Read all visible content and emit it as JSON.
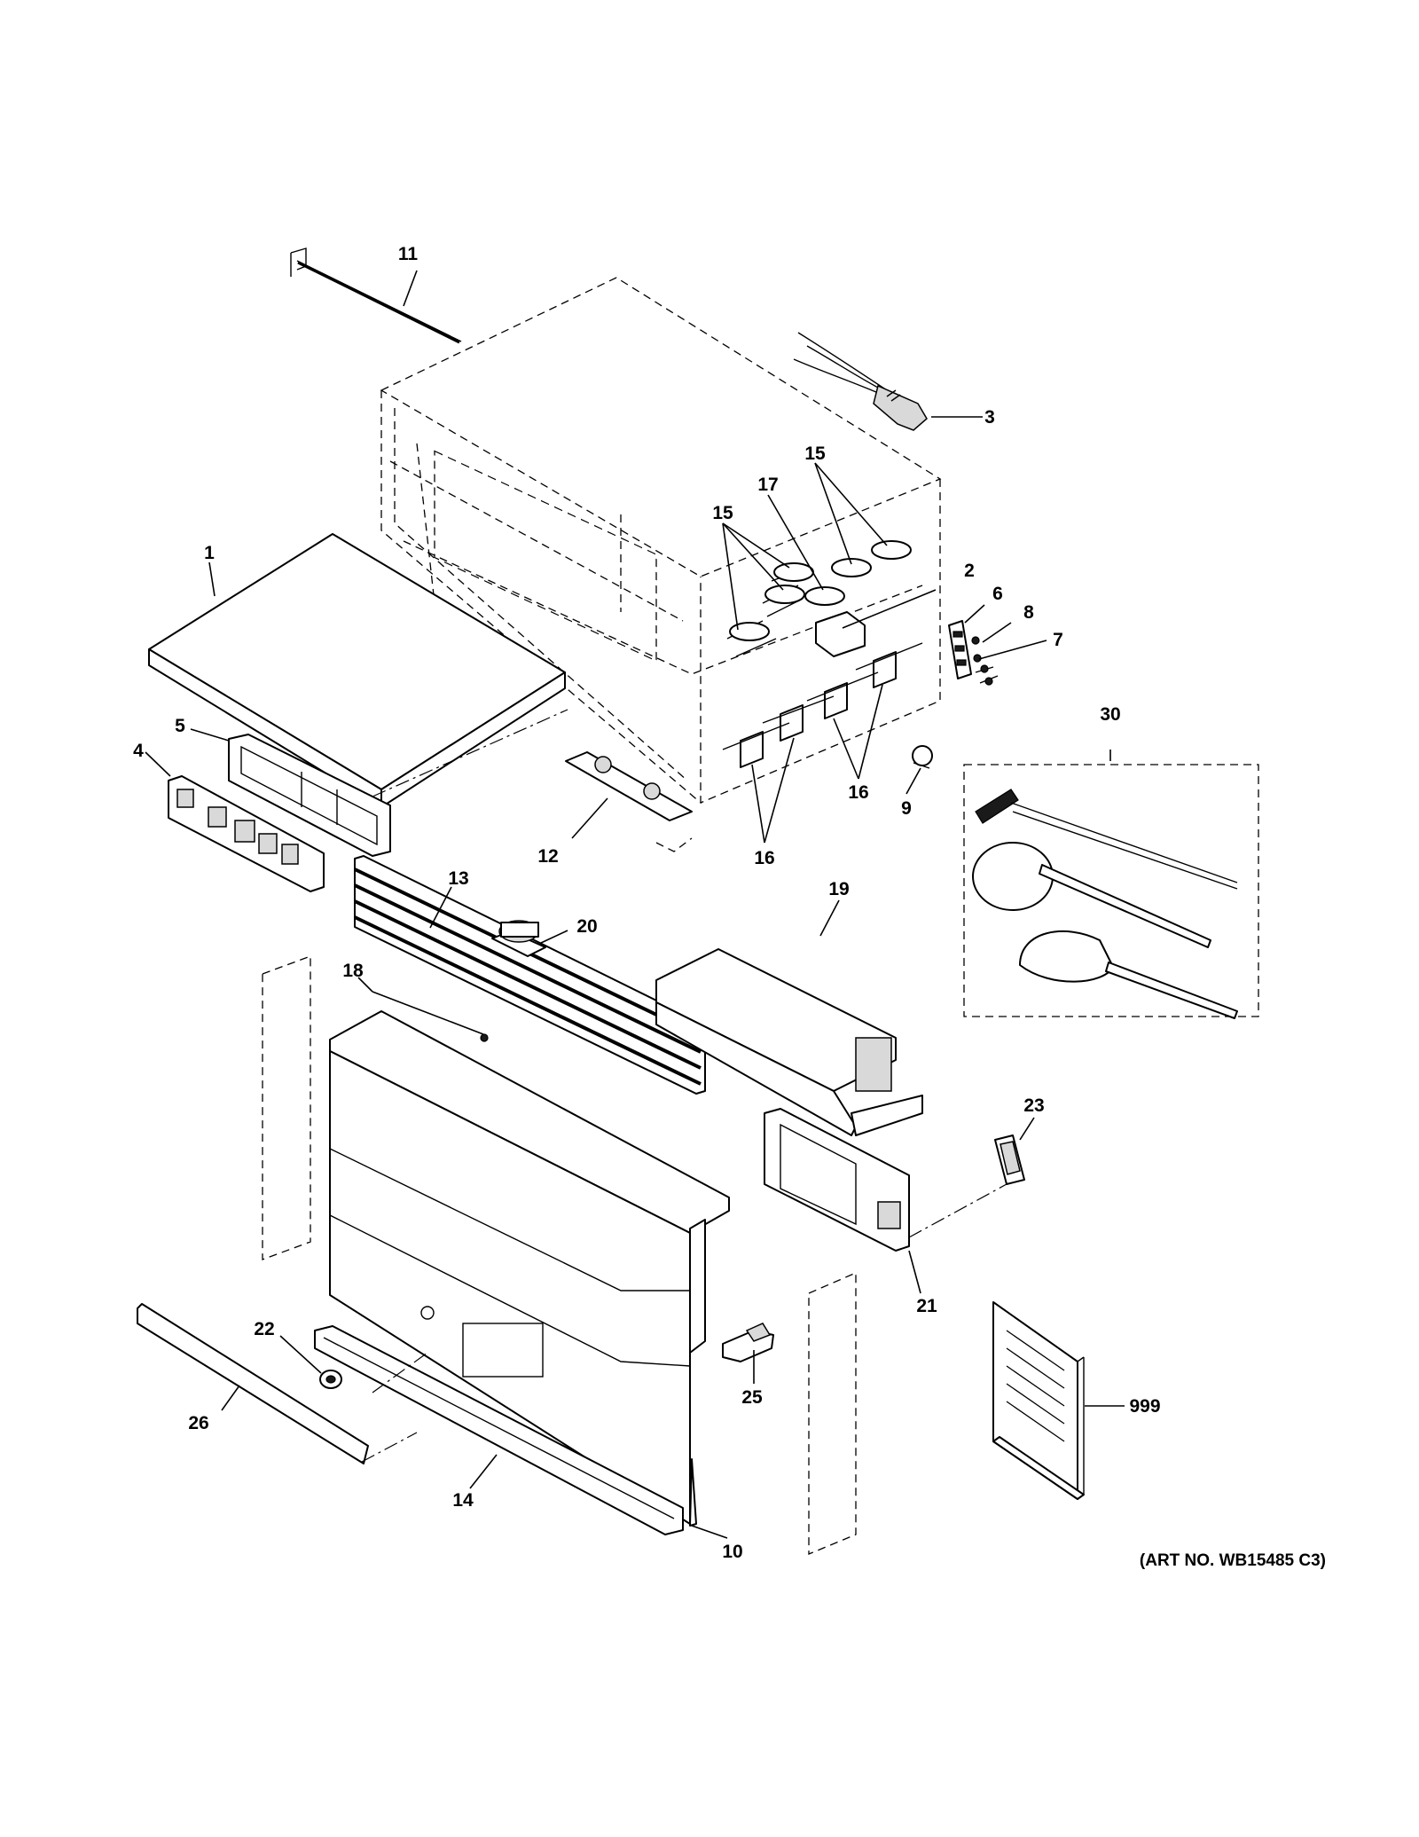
{
  "callouts": [
    {
      "id": "c1",
      "label": "1"
    },
    {
      "id": "c2",
      "label": "2"
    },
    {
      "id": "c3",
      "label": "3"
    },
    {
      "id": "c4",
      "label": "4"
    },
    {
      "id": "c5",
      "label": "5"
    },
    {
      "id": "c6",
      "label": "6"
    },
    {
      "id": "c7",
      "label": "7"
    },
    {
      "id": "c8",
      "label": "8"
    },
    {
      "id": "c9",
      "label": "9"
    },
    {
      "id": "c10",
      "label": "10"
    },
    {
      "id": "c11",
      "label": "11"
    },
    {
      "id": "c12",
      "label": "12"
    },
    {
      "id": "c13",
      "label": "13"
    },
    {
      "id": "c14",
      "label": "14"
    },
    {
      "id": "c15a",
      "label": "15"
    },
    {
      "id": "c15b",
      "label": "15"
    },
    {
      "id": "c16a",
      "label": "16"
    },
    {
      "id": "c16b",
      "label": "16"
    },
    {
      "id": "c17",
      "label": "17"
    },
    {
      "id": "c18",
      "label": "18"
    },
    {
      "id": "c19",
      "label": "19"
    },
    {
      "id": "c20",
      "label": "20"
    },
    {
      "id": "c21",
      "label": "21"
    },
    {
      "id": "c22",
      "label": "22"
    },
    {
      "id": "c23",
      "label": "23"
    },
    {
      "id": "c25",
      "label": "25"
    },
    {
      "id": "c26",
      "label": "26"
    },
    {
      "id": "c30",
      "label": "30"
    },
    {
      "id": "c999",
      "label": "999"
    }
  ],
  "art_number": "(ART NO. WB15485 C3)"
}
